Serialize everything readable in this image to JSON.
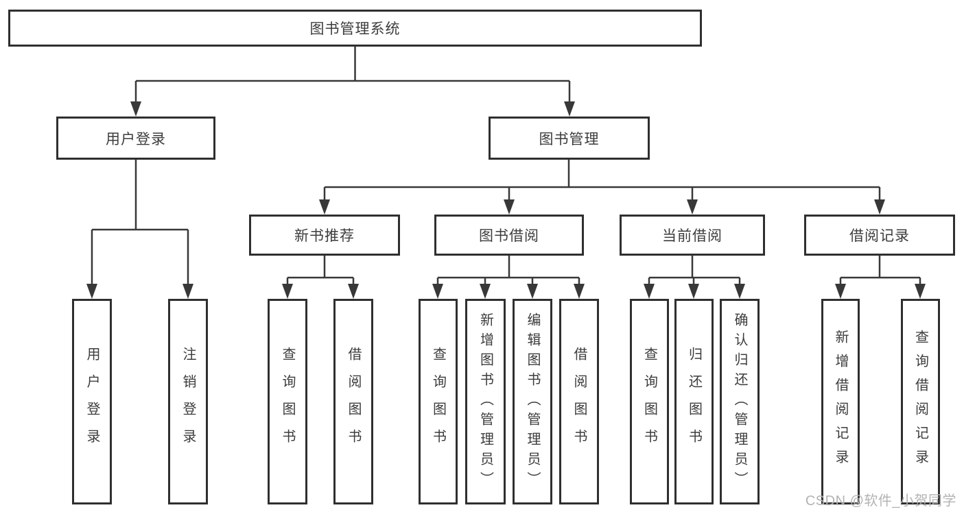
{
  "tree": {
    "root": {
      "label": "图书管理系统"
    },
    "children": [
      {
        "label": "用户登录",
        "children": [
          {
            "label": "用户登录"
          },
          {
            "label": "注销登录"
          }
        ]
      },
      {
        "label": "图书管理",
        "children": [
          {
            "label": "新书推荐",
            "children": [
              {
                "label": "查询图书"
              },
              {
                "label": "借阅图书"
              }
            ]
          },
          {
            "label": "图书借阅",
            "children": [
              {
                "label": "查询图书"
              },
              {
                "label": "新增图书（管理员）"
              },
              {
                "label": "编辑图书（管理员）"
              },
              {
                "label": "借阅图书"
              }
            ]
          },
          {
            "label": "当前借阅",
            "children": [
              {
                "label": "查询图书"
              },
              {
                "label": "归还图书"
              },
              {
                "label": "确认归还（管理员）"
              }
            ]
          },
          {
            "label": "借阅记录",
            "children": [
              {
                "label": "新增借阅记录"
              },
              {
                "label": "查询借阅记录"
              }
            ]
          }
        ]
      }
    ]
  },
  "watermark": {
    "text": "CSDN @软件_小贺同学"
  },
  "colors": {
    "line": "#383838",
    "box_border": "#2f2f2f",
    "text": "#3c3c3c",
    "background": "#ffffff",
    "watermark": "#b3b3b3"
  }
}
